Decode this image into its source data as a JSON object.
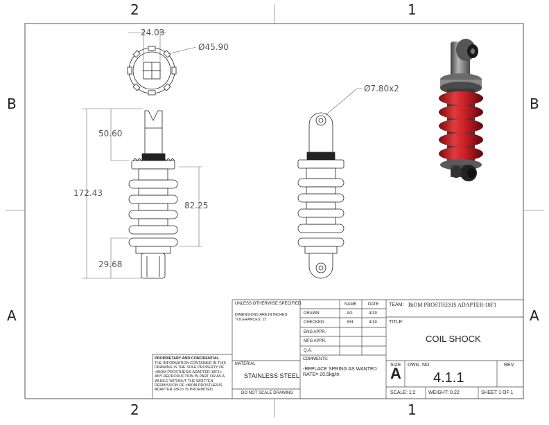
{
  "zones": {
    "top": [
      "2",
      "1"
    ],
    "bottom": [
      "2",
      "1"
    ],
    "left": [
      "B",
      "A"
    ],
    "right": [
      "B",
      "A"
    ]
  },
  "dimensions": {
    "width_top": "24.03",
    "diameter_top": "Ø45.90",
    "diameter_hole": "Ø7.80x2",
    "height_upper": "50.60",
    "height_total": "172.43",
    "height_spring": "82.25",
    "height_lower": "29.68"
  },
  "title_block": {
    "unless_specified": "UNLESS OTHERWISE SPECIFIED:",
    "dims_note": "DIMENSIONS ARE IN INCHES",
    "tolerances": "TOLERANCES: 1±",
    "col_name": "NAME",
    "col_date": "DATE",
    "rows": [
      {
        "label": "DRAWN",
        "name": "AG",
        "date": "4/19"
      },
      {
        "label": "CHECKED",
        "name": "EH",
        "date": "4/19"
      },
      {
        "label": "ENG APPR.",
        "name": "",
        "date": ""
      },
      {
        "label": "MFG APPR.",
        "name": "",
        "date": ""
      },
      {
        "label": "Q.A.",
        "name": "",
        "date": ""
      }
    ],
    "comments_label": "COMMENTS:",
    "comments": "-REPLACE SPRING AS WANTED",
    "comments2": "RATE= 20.5kg/in",
    "team_label": "TEAM:",
    "team": "BiOM PROSTHESIS ADAPTER-18F1",
    "title_label": "TITLE:",
    "title": "COIL SHOCK",
    "size_label": "SIZE",
    "size": "A",
    "dwg_label": "DWG. NO.",
    "dwg_no": "4.1.1",
    "rev_label": "REV",
    "material_label": "MATERIAL",
    "material": "STAINLESS STEEL",
    "no_scale": "DO NOT SCALE DRAWING",
    "scale": "SCALE: 1:2",
    "weight": "WEIGHT: 0.22",
    "sheet": "SHEET 1 OF 1",
    "proprietary_title": "PROPRIETARY AND CONFIDENTIAL",
    "proprietary_text": "THE INFORMATION CONTAINED IN THIS DRAWING IS THE SOLE PROPERTY OF <BIOM PROSTHESIS ADAPTER-18F1>. ANY REPRODUCTION IN PART OR AS A WHOLE WITHOUT THE WRITTEN PERMISSION OF <BIOM PROSTHESIS ADAPTER-18F1> IS PROHIBITED."
  },
  "colors": {
    "line": "#222222",
    "dim": "#666666",
    "spring": "#c81e24",
    "metal": "#7a7a7a"
  }
}
